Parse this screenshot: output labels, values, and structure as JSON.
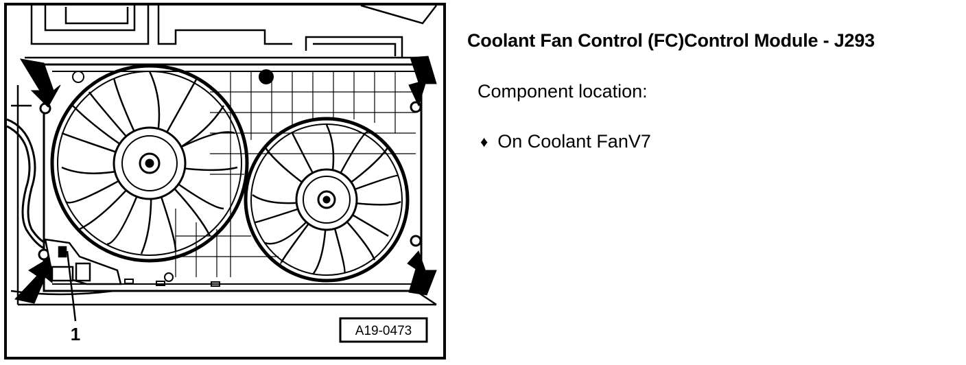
{
  "heading": "Coolant Fan Control (FC)Control Module - J293",
  "location_label": "Component location:",
  "bullets": [
    {
      "marker": "♦",
      "text": "On Coolant FanV7"
    }
  ],
  "figure": {
    "callout_number": "1",
    "figure_id": "A19-0473"
  }
}
